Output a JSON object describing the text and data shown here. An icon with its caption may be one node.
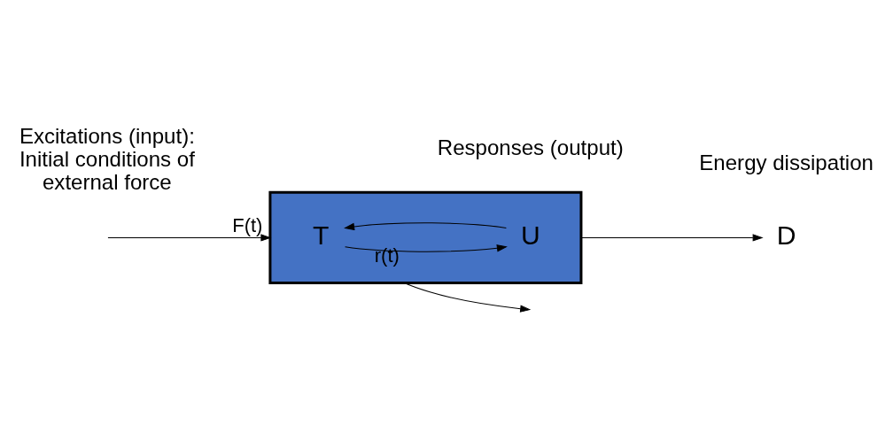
{
  "diagram": {
    "nodes": [
      {
        "text": [],
        "shape": "box"
      },
      {
        "text": [
          "T"
        ],
        "in": 0
      },
      {
        "text": [
          "U"
        ],
        "in": 0
      },
      {
        "text": [
          "D"
        ]
      }
    ],
    "edges": [
      {
        "from": null,
        "to": 0,
        "arrow": "to",
        "label": "F(t)"
      },
      {
        "from": 0,
        "to": null,
        "arrow": "to",
        "label": "r(t)"
      },
      {
        "from": 1,
        "to": 2,
        "arrow": "to"
      },
      {
        "from": 2,
        "to": 1,
        "arrow": "to"
      },
      {
        "from": 0,
        "to": 3,
        "arrow": "to"
      }
    ],
    "labels": [
      "Excitations (input): Initial conditions of external force",
      "Responses (output)",
      "Energy dissipation"
    ]
  }
}
